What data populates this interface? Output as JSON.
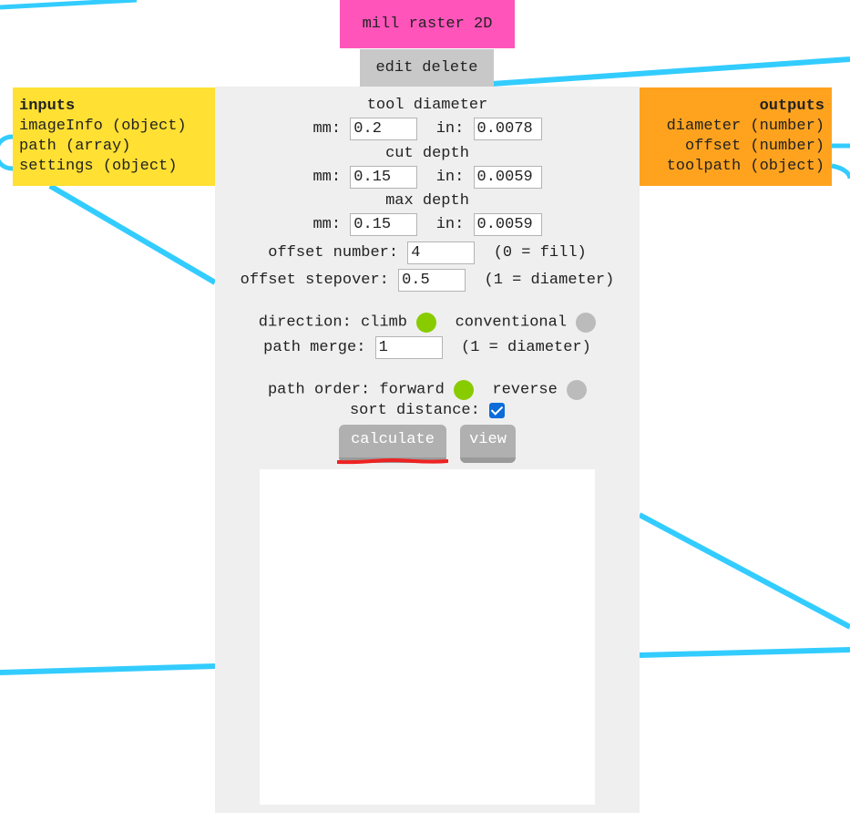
{
  "module": {
    "title": "mill raster 2D",
    "edit_label": "edit",
    "delete_label": "delete"
  },
  "inputs": {
    "title": "inputs",
    "items": [
      "imageInfo (object)",
      "path (array)",
      "settings (object)"
    ]
  },
  "outputs": {
    "title": "outputs",
    "items": [
      "diameter (number)",
      "offset (number)",
      "toolpath (object)"
    ]
  },
  "settings": {
    "tool_diameter": {
      "heading": "tool diameter",
      "mm_label": "mm:",
      "mm_value": "0.2",
      "in_label": "in:",
      "in_value": "0.0078"
    },
    "cut_depth": {
      "heading": "cut depth",
      "mm_label": "mm:",
      "mm_value": "0.15",
      "in_label": "in:",
      "in_value": "0.0059"
    },
    "max_depth": {
      "heading": "max depth",
      "mm_label": "mm:",
      "mm_value": "0.15",
      "in_label": "in:",
      "in_value": "0.0059"
    },
    "offset_number": {
      "label": "offset number:",
      "value": "4",
      "hint": "(0 = fill)"
    },
    "offset_stepover": {
      "label": "offset stepover:",
      "value": "0.5",
      "hint": "(1 = diameter)"
    },
    "direction": {
      "label": "direction:",
      "option_a": "climb",
      "option_b": "conventional",
      "selected": "climb"
    },
    "path_merge": {
      "label": "path merge:",
      "value": "1",
      "hint": "(1 = diameter)"
    },
    "path_order": {
      "label": "path order:",
      "option_a": "forward",
      "option_b": "reverse",
      "selected": "forward"
    },
    "sort_distance": {
      "label": "sort distance:",
      "checked": true
    }
  },
  "buttons": {
    "calculate_label": "calculate",
    "view_label": "view"
  },
  "colors": {
    "title_bg": "#ff55bb",
    "inputs_bg": "#ffe033",
    "outputs_bg": "#ffa31f",
    "panel_bg": "#efefef",
    "wire": "#33ccff",
    "radio_on": "#88cc00",
    "radio_off": "#bbbbbb",
    "annotation": "#ee2222"
  }
}
